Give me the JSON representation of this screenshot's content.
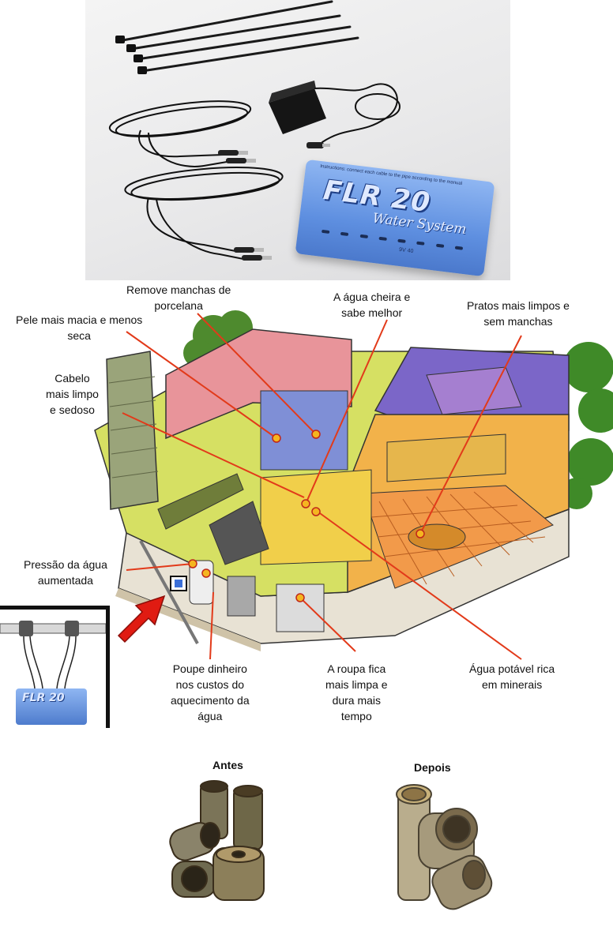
{
  "product": {
    "logo_text": "FLR 20",
    "logo_subtext": "Water System",
    "model_label": "9V  40",
    "small_print": "Instructions: connect each cable to the pipe according to the manual"
  },
  "house": {
    "callouts": {
      "manchas_porcelana": "Remove manchas de porcelana",
      "agua_cheira": "A água cheira e sabe melhor",
      "pratos": "Pratos mais limpos e sem manchas",
      "pele": "Pele mais macia e menos seca",
      "cabelo": "Cabelo mais limpo e sedoso",
      "pressao": "Pressão da água aumentada",
      "poupe": "Poupe dinheiro nos custos do aquecimento da água",
      "roupa": "A roupa fica mais limpa e dura mais tempo",
      "agua_potavel": "Água potável rica em minerais"
    },
    "callout_lines": {
      "manchas_porcelana": [
        "Remove manchas de",
        "porcelana"
      ],
      "agua_cheira": [
        "A água cheira e",
        "sabe melhor"
      ],
      "pratos": [
        "Pratos mais limpos e",
        "sem manchas"
      ],
      "pele": [
        "Pele mais macia e menos",
        "seca"
      ],
      "cabelo": [
        "Cabelo",
        "mais limpo",
        "e sedoso"
      ],
      "pressao": [
        "Pressão da água",
        "aumentada"
      ],
      "poupe": [
        "Poupe dinheiro",
        "nos custos do",
        "aquecimento da",
        "água"
      ],
      "roupa": [
        "A roupa fica",
        "mais limpa e",
        "dura mais",
        "tempo"
      ],
      "agua_potavel": [
        "Água potável rica",
        "em minerais"
      ]
    },
    "inset_logo": "FLR 20",
    "line_color": "#e23a1a",
    "arrow_color": "#e01b12"
  },
  "comparison": {
    "before_label": "Antes",
    "after_label": "Depois"
  }
}
